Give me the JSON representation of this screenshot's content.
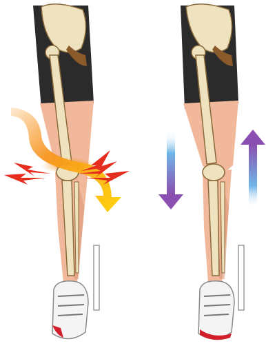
{
  "illustration": {
    "panels": [
      {
        "id": "left",
        "state": "misaligned-knee",
        "arrow": "twisting-motion",
        "highlight": "knee-stress-flash"
      },
      {
        "id": "right",
        "state": "aligned-knee",
        "arrows": [
          "down",
          "up"
        ]
      }
    ],
    "colors": {
      "skin": "#f1b89b",
      "skin_shadow": "#d99273",
      "shorts": "#2b2b2b",
      "bone": "#efe3bf",
      "bone_outline": "#8a6a3a",
      "hip": "#8b5a2b",
      "stress_orange": "#f7941d",
      "stress_red": "#e52d1e",
      "arrow_blue": "#6fb5e6",
      "arrow_purple": "#8a4fb0",
      "shoe_white": "#f4f4f4",
      "shoe_red": "#d21f2b"
    }
  }
}
